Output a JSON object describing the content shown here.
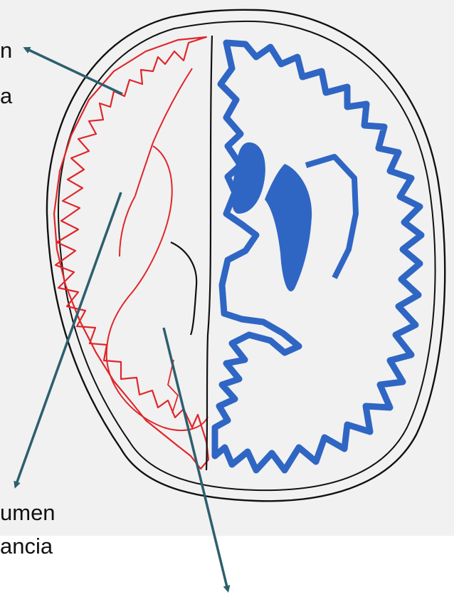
{
  "labels": {
    "top_line1": "n",
    "top_line2": "a",
    "bottom_line1": "umen",
    "bottom_line2": "ancia"
  },
  "colors": {
    "background_panel": "#f1f1f1",
    "page": "#ffffff",
    "outline": "#111111",
    "left_hemisphere": "#e0262a",
    "right_hemisphere": "#2f66c4",
    "arrow": "#2d5f6e"
  }
}
